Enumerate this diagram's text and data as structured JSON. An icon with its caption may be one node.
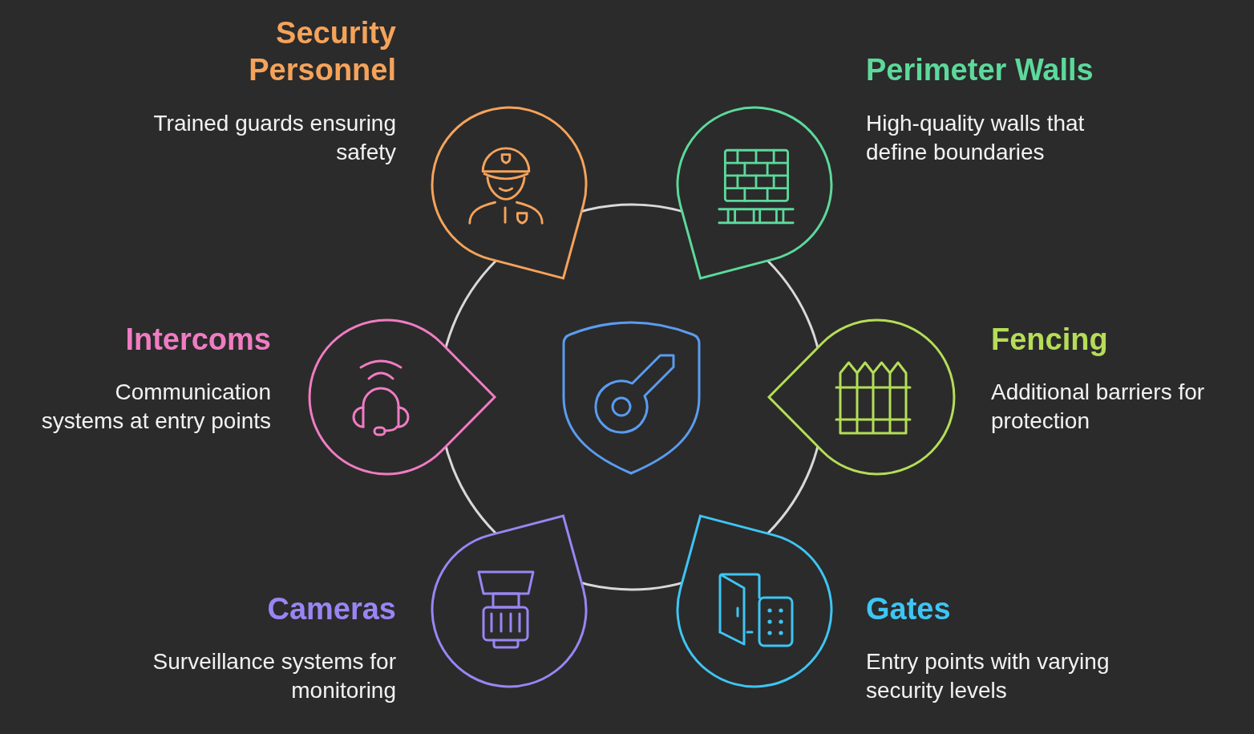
{
  "diagram": {
    "nodes": [
      {
        "text": [
          "Security Personnel",
          "Trained guards ensuring safety"
        ]
      },
      {
        "text": [
          "Perimeter Walls",
          "High-quality walls that define boundaries"
        ]
      },
      {
        "text": [
          "Intercoms",
          "Communication systems at entry points"
        ]
      },
      {
        "text": [],
        "shape": "shield"
      },
      {
        "text": [
          "Fencing",
          "Additional barriers for protection"
        ]
      },
      {
        "text": [
          "Cameras",
          "Surveillance systems for monitoring"
        ]
      },
      {
        "text": [
          "Gates",
          "Entry points with varying security levels"
        ]
      }
    ]
  }
}
